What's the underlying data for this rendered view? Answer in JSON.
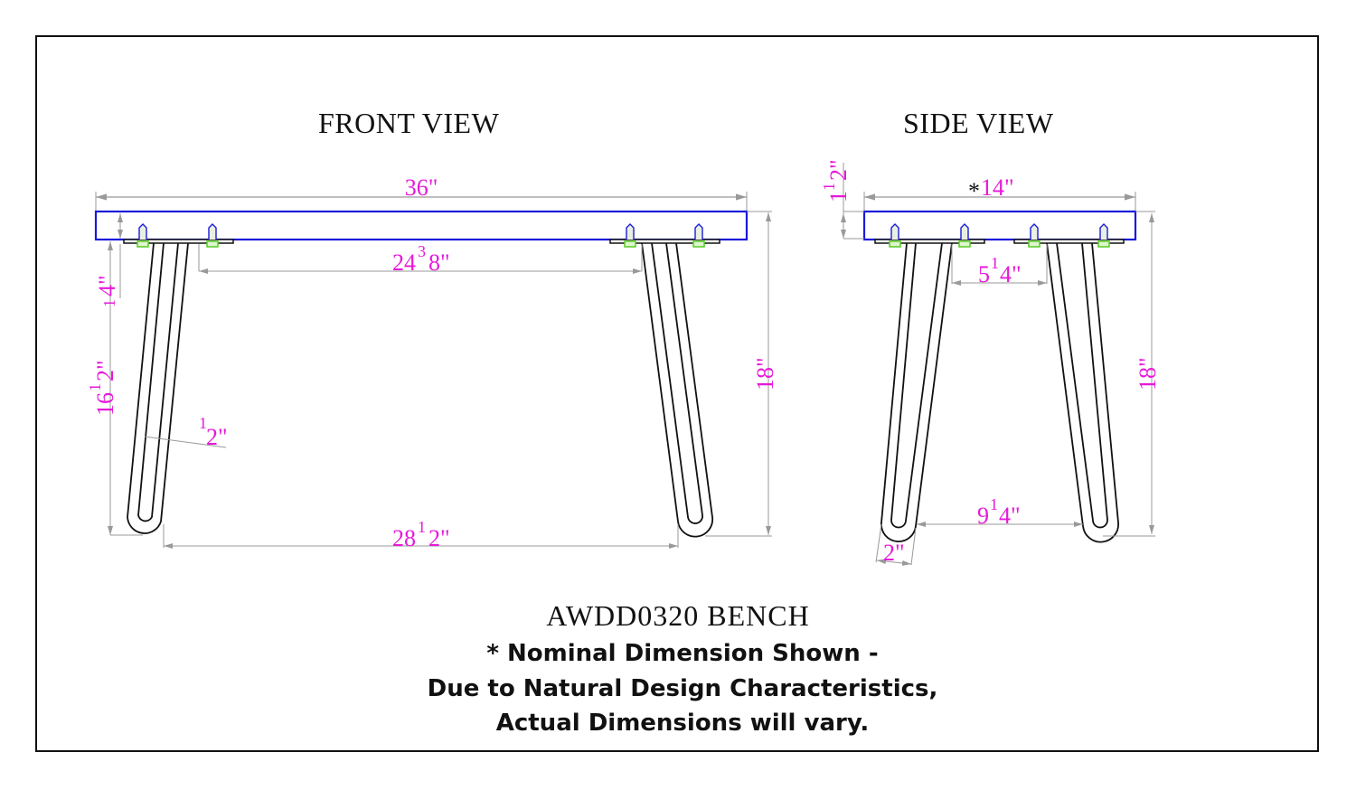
{
  "front_view": {
    "title": "FRONT VIEW",
    "dimensions": {
      "overall_length": "36\"",
      "top_thickness": "1/4\"",
      "leg_inner_spacing_top": "24 3/8\"",
      "leg_inner_spacing_bottom": "28 1/2\"",
      "leg_height": "16 1/2\"",
      "rod_width": "1/2\"",
      "overall_height": "18\""
    }
  },
  "side_view": {
    "title": "SIDE VIEW",
    "dimensions": {
      "overall_depth": "*14\"",
      "top_thickness": "1 1/2\"",
      "leg_inner_spacing_top": "5 1/4\"",
      "leg_inner_spacing_bottom": "9 1/4\"",
      "leg_foot_width": "2\"",
      "overall_height": "18\""
    }
  },
  "product": {
    "title": "AWDD0320  BENCH",
    "notes": [
      "* Nominal Dimension Shown -",
      "Due to Natural Design Characteristics,",
      "Actual Dimensions will vary."
    ]
  },
  "colors": {
    "dimension_text": "#e619d9",
    "top_outline": "#1a1adb",
    "nut": "#55cc22",
    "dimension_line": "#999999",
    "leg_line": "#111111"
  }
}
